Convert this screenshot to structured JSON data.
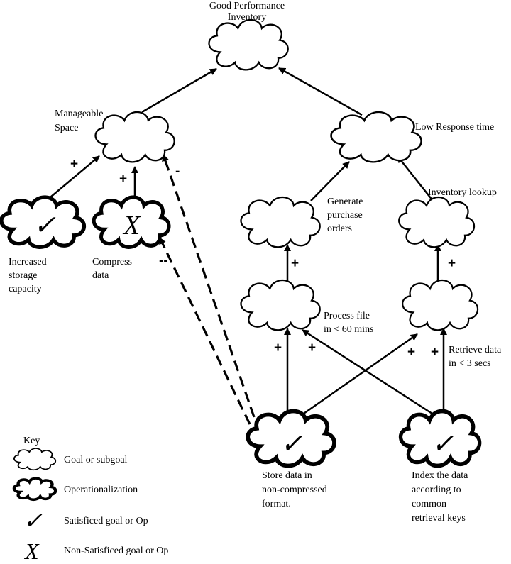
{
  "labels": {
    "good_performance_line1": "Good Performance",
    "good_performance_line2": "Inventory",
    "manageable_line1": "Manageable",
    "manageable_line2": "Space",
    "low_response": "Low Response time",
    "increased_line1": "Increased",
    "increased_line2": "storage",
    "increased_line3": "capacity",
    "compress_line1": "Compress",
    "compress_line2": "data",
    "generate_line1": "Generate",
    "generate_line2": "purchase",
    "generate_line3": "orders",
    "inventory_lookup": "Inventory lookup",
    "process_line1": "Process file",
    "process_line2": "in < 60 mins",
    "retrieve_line1": "Retrieve data",
    "retrieve_line2": "in < 3 secs",
    "store_line1": "Store data in",
    "store_line2": "non-compressed",
    "store_line3": "format.",
    "index_line1": "Index the data",
    "index_line2": "according to",
    "index_line3": "common",
    "index_line4": "retrieval keys"
  },
  "signs": {
    "plus": "+",
    "minus": "-",
    "double_minus": "--"
  },
  "marks": {
    "check": "✓",
    "cross": "X"
  },
  "key": {
    "title": "Key",
    "goal": "Goal or subgoal",
    "operationalization": "Operationalization",
    "satisficed": "Satisficed goal or Op",
    "non_satisficed": "Non-Satisficed goal or Op"
  },
  "colors": {
    "ink": "#000000",
    "background": "#ffffff"
  }
}
